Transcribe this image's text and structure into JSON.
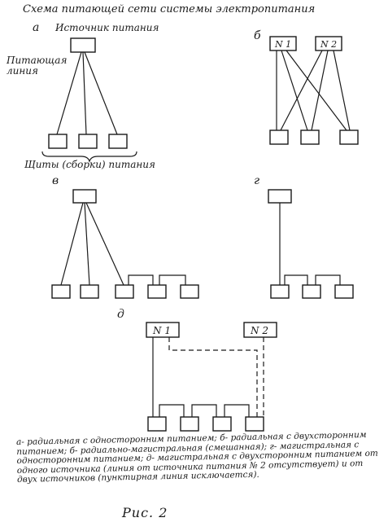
{
  "title": "Схема питающей сети системы электропитания",
  "labels": {
    "a": "а",
    "b": "б",
    "v": "в",
    "g": "г",
    "d": "д",
    "source": "Источник питания",
    "feeder_line": "Питающая линия",
    "panels": "Щиты (сборки) питания",
    "n1": "N 1",
    "n2": "N 2"
  },
  "caption": "а- радиальная с односторонним питанием; б- радиальная с двухсторонним питанием; б- радиально-магистральная (смешанная); г- магистральная с односторонним питанием; д- магистральная с двухсторонним питанием от одного источника (линия от источника питания № 2 отсутствует) и от двух источников (пунктирная линия исключается).",
  "figure": "Рис. 2"
}
